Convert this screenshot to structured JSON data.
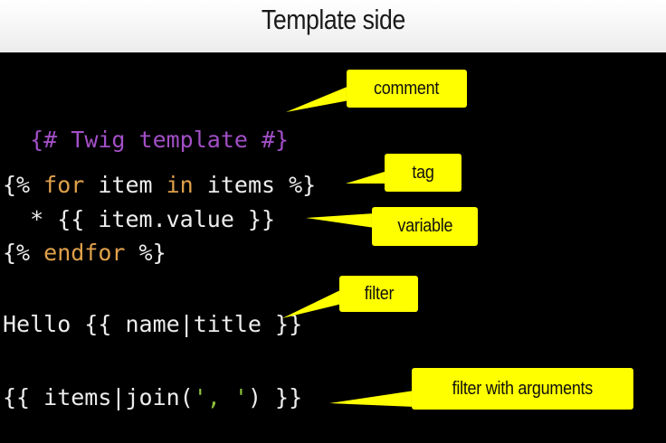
{
  "header": {
    "title": "Template side"
  },
  "code": {
    "line1": {
      "comment": "{# Twig template #}"
    },
    "line2": {
      "open": "{% ",
      "kw_for": "for",
      "item": " item ",
      "kw_in": "in",
      "rest": " items %}"
    },
    "line3": {
      "text": "  * {{ item.value }}"
    },
    "line4": {
      "open": "{% ",
      "kw_endfor": "endfor",
      "close": " %}"
    },
    "line5": {
      "text": "Hello {{ name|title }}"
    },
    "line6": {
      "pre": "{{ items|join(",
      "str": "', '",
      "post": ") }}"
    }
  },
  "callouts": {
    "comment": "comment",
    "tag": "tag",
    "variable": "variable",
    "filter": "filter",
    "filter_args": "filter with arguments"
  },
  "colors": {
    "callout_bg": "#ffff00",
    "comment": "#a24fc6",
    "keyword": "#e0a14a",
    "string": "#8fc33a",
    "code_text": "#ededed"
  }
}
